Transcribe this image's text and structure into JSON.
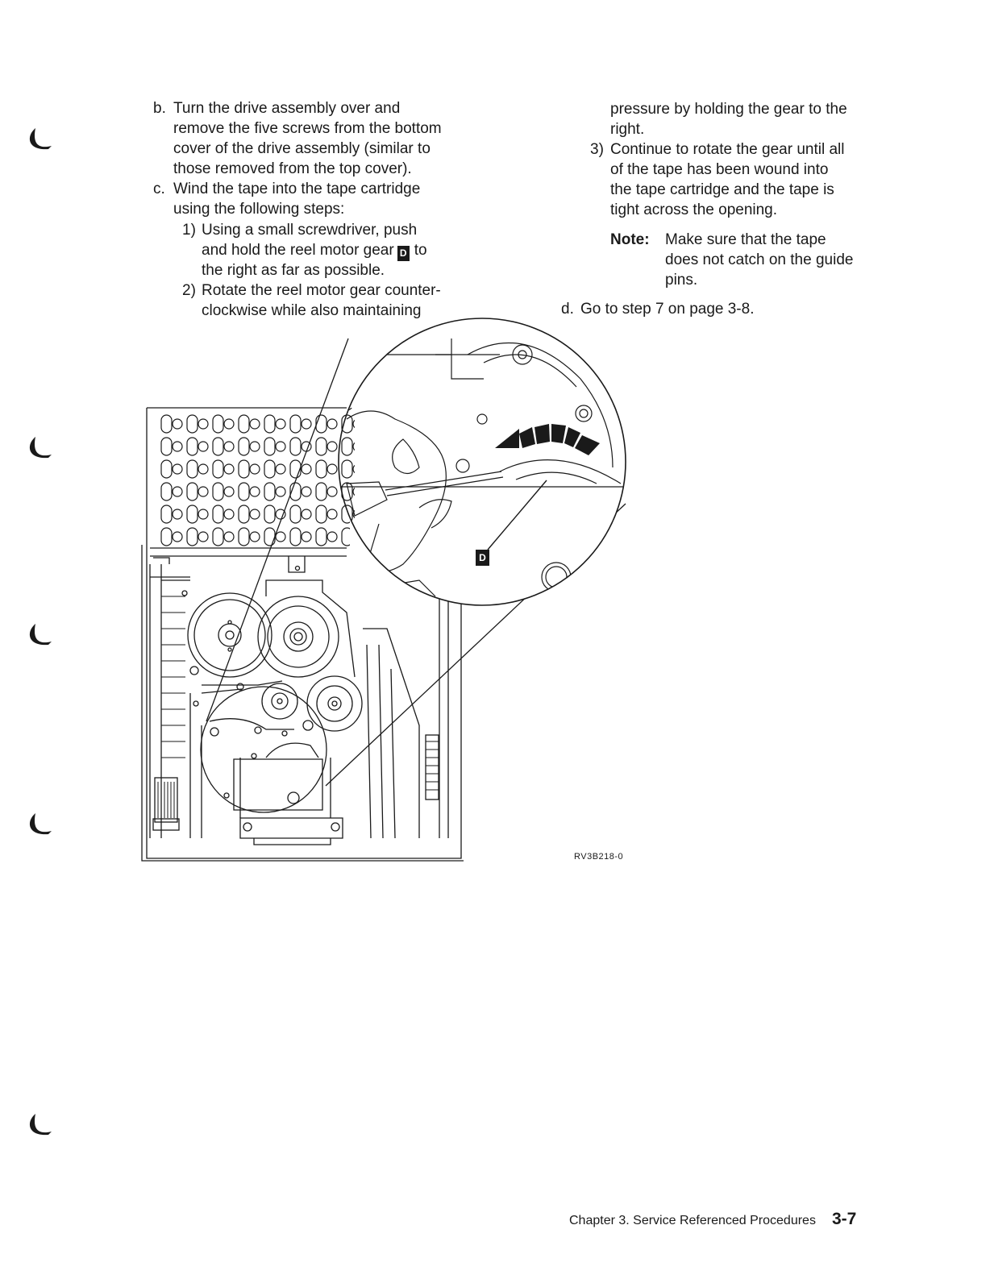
{
  "steps": {
    "b": {
      "marker": "b.",
      "lines": [
        "Turn the drive assembly over and",
        "remove the five screws from the bottom",
        "cover of the drive assembly (similar to",
        "those removed from the top cover)."
      ]
    },
    "c": {
      "marker": "c.",
      "lines": [
        "Wind the tape into the tape cartridge",
        "using the following steps:"
      ],
      "substeps": [
        {
          "marker": "1)",
          "line1": "Using a small screwdriver, push",
          "line2_before": "and hold the reel motor gear",
          "key": "D",
          "line2_after": "to",
          "line3": "the right as far as possible."
        },
        {
          "marker": "2)",
          "lines": [
            "Rotate the reel motor gear counter-",
            "clockwise while also maintaining",
            "pressure by holding the gear to the",
            "right."
          ]
        },
        {
          "marker": "3)",
          "lines": [
            "Continue to rotate the gear until all",
            "of the tape has been wound into",
            "the tape cartridge and the tape is",
            "tight across the opening."
          ]
        }
      ],
      "note": {
        "label": "Note:",
        "lines": [
          "Make sure that the tape",
          "does not catch on the guide",
          "pins."
        ]
      }
    },
    "d": {
      "marker": "d.",
      "text": "Go to step 7 on page  3-8."
    }
  },
  "figure": {
    "callout": "D",
    "id": "RV3B218-0"
  },
  "footer": {
    "chapter": "Chapter 3.  Service Referenced Procedures",
    "page": "3-7"
  }
}
